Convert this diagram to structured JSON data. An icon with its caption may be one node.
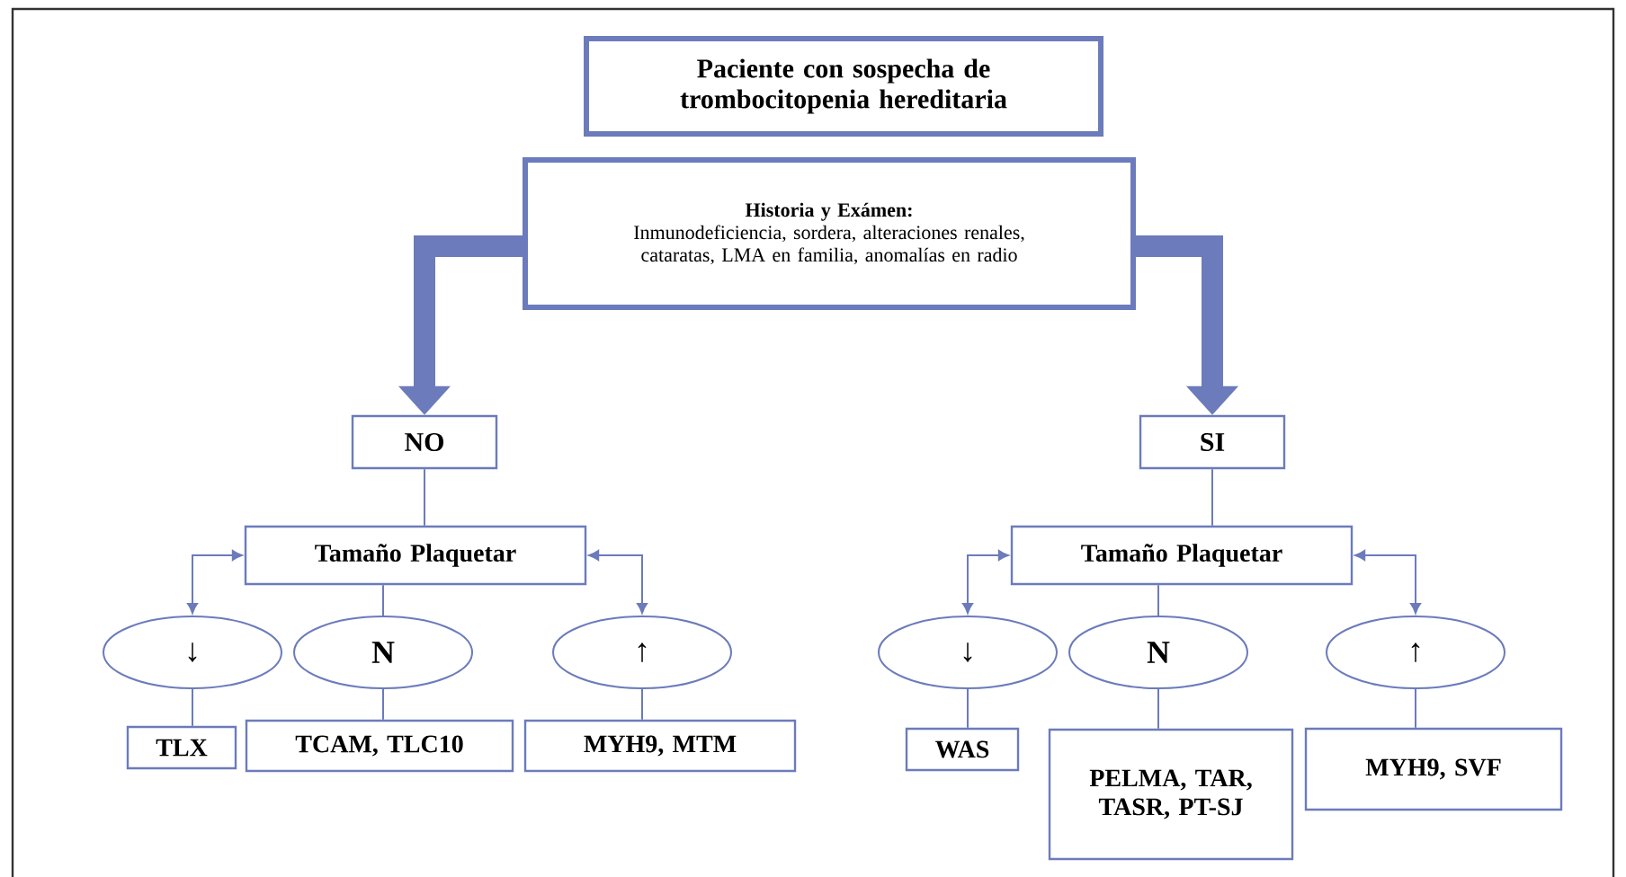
{
  "diagram": {
    "nodes": [
      {
        "text": [
          "Paciente con sospecha de trombocitopenia hereditaria"
        ]
      },
      {
        "text": [
          "Historia y Exámen:",
          "Inmunodeficiencia, sordera, alteraciones renales, cataratas, LMA en familia, anomalías en radio"
        ]
      },
      {
        "text": [
          "NO"
        ]
      },
      {
        "text": [
          "SI"
        ]
      },
      {
        "text": [
          "Tamaño Plaquetar"
        ]
      },
      {
        "text": [
          "↓"
        ]
      },
      {
        "text": [
          "N"
        ]
      },
      {
        "text": [
          "↑"
        ]
      },
      {
        "text": [
          "TLX"
        ]
      },
      {
        "text": [
          "TCAM, TLC10"
        ]
      },
      {
        "text": [
          "MYH9, MTM"
        ]
      },
      {
        "text": [
          "Tamaño Plaquetar"
        ]
      },
      {
        "text": [
          "↓"
        ]
      },
      {
        "text": [
          "N"
        ]
      },
      {
        "text": [
          "↑"
        ]
      },
      {
        "text": [
          "WAS"
        ]
      },
      {
        "text": [
          "PELMA, TAR, TASR, PT-SJ"
        ]
      },
      {
        "text": [
          "MYH9, SVF"
        ]
      }
    ],
    "edges": [
      {
        "from": 1,
        "to": 2,
        "arrow": "to",
        "style": "thick"
      },
      {
        "from": 1,
        "to": 3,
        "arrow": "to",
        "style": "thick"
      },
      {
        "from": 2,
        "to": 4,
        "arrow": "none"
      },
      {
        "from": 4,
        "to": 5,
        "arrow": "both"
      },
      {
        "from": 4,
        "to": 6,
        "arrow": "none"
      },
      {
        "from": 4,
        "to": 7,
        "arrow": "both"
      },
      {
        "from": 5,
        "to": 8,
        "arrow": "none"
      },
      {
        "from": 6,
        "to": 9,
        "arrow": "none"
      },
      {
        "from": 7,
        "to": 10,
        "arrow": "none"
      },
      {
        "from": 3,
        "to": 11,
        "arrow": "none"
      },
      {
        "from": 11,
        "to": 12,
        "arrow": "both"
      },
      {
        "from": 11,
        "to": 13,
        "arrow": "none"
      },
      {
        "from": 11,
        "to": 14,
        "arrow": "both"
      },
      {
        "from": 12,
        "to": 15,
        "arrow": "none"
      },
      {
        "from": 13,
        "to": 16,
        "arrow": "none"
      },
      {
        "from": 14,
        "to": 17,
        "arrow": "none"
      }
    ]
  }
}
